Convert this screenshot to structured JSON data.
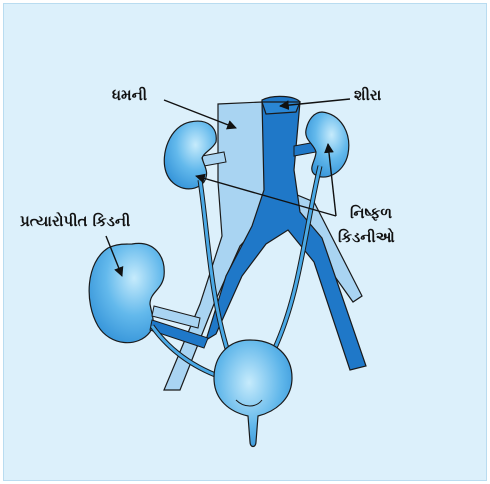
{
  "labels": {
    "artery": "ધમની",
    "vein": "શીરા",
    "transplanted_kidney": "પ્રત્યારોપીત કિડની",
    "failed_kidneys": [
      "નિષ્ફળ",
      "કિડનીઓ"
    ]
  },
  "colors": {
    "background": "#dcf0fb",
    "artery": "#a9d4f2",
    "vein": "#1f78c8",
    "kidney": "#4aa9e6",
    "kidney_highlight": "#bfe6fb",
    "outline": "#1a1a1a"
  }
}
